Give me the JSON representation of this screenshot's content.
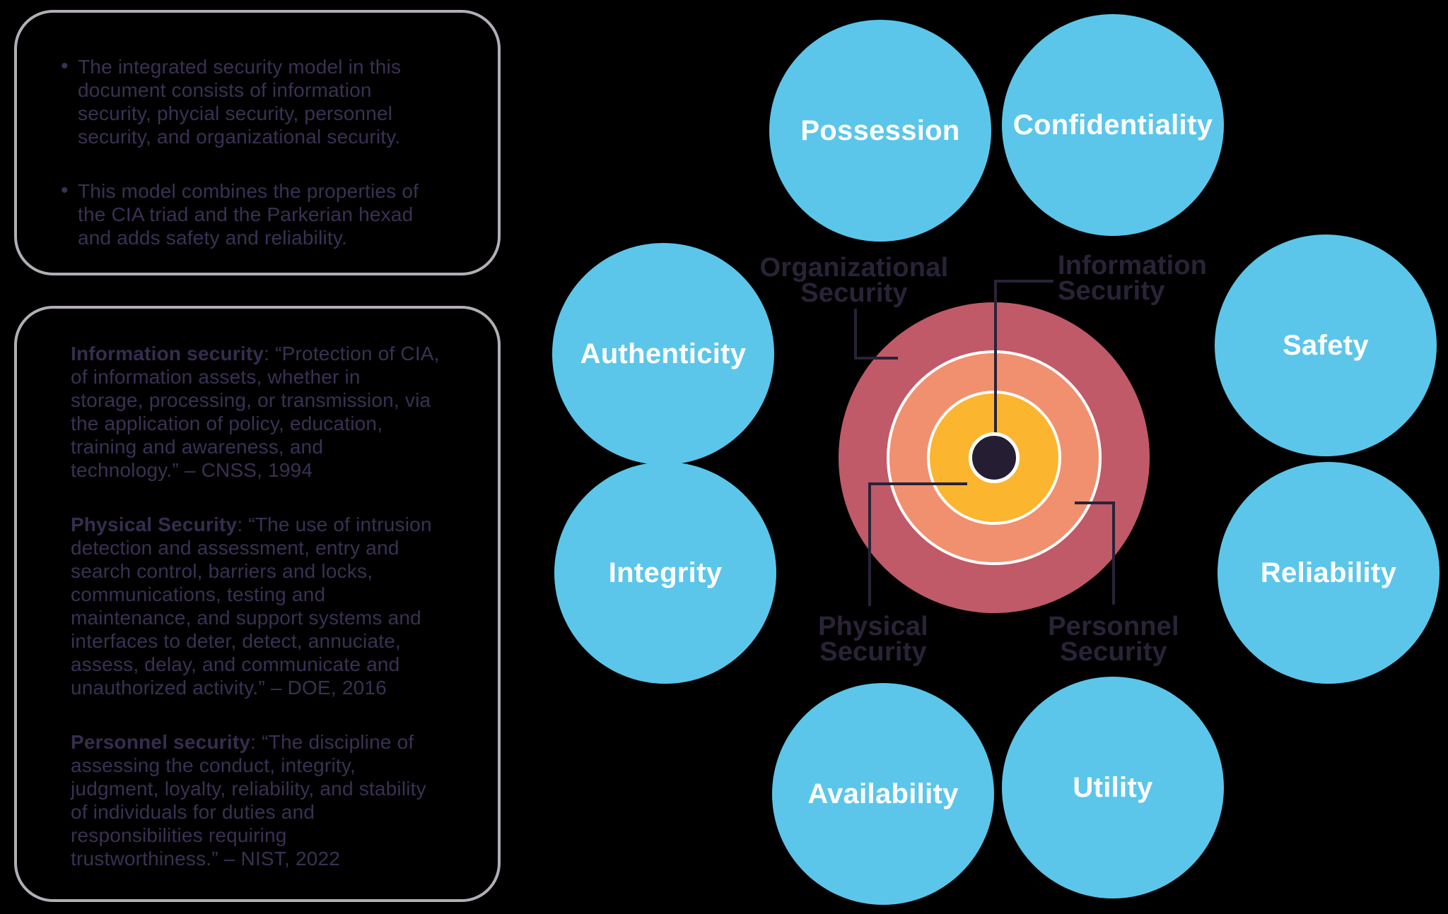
{
  "colors": {
    "background": "#000000",
    "panel_border": "#b3aeb5",
    "panel_text": "#3a3153",
    "hexad_circle_fill": "#5bc6ea",
    "hexad_label_text": "#ffffff",
    "ring_outer": "#c05a68",
    "ring_middle": "#f0906f",
    "ring_inner": "#fcb52f",
    "center_dot": "#251e33",
    "ring_separator": "#ffffff",
    "connector_and_label": "#2a2337"
  },
  "overview_panel": {
    "bullet_char": "•",
    "bullets": [
      {
        "lines": [
          "The integrated security model in this",
          "document consists of information",
          "security, phycial security, personnel",
          "security, and organizational security."
        ]
      },
      {
        "lines": [
          "This model combines the properties of",
          "the CIA triad and the Parkerian hexad",
          "and adds safety and reliability."
        ]
      }
    ]
  },
  "definitions_panel": {
    "paragraphs": [
      {
        "term": "Information security",
        "first_rest": ": “Protection of CIA,",
        "lines": [
          "of information assets, whether in",
          "storage, processing, or transmission, via",
          "the application of policy, education,",
          "training and awareness, and",
          "technology.” – CNSS, 1994"
        ]
      },
      {
        "term": "Physical Security",
        "first_rest": ": “The use of intrusion",
        "lines": [
          "detection and assessment, entry and",
          "search control, barriers and locks,",
          "communications, testing and",
          "maintenance, and support systems and",
          "interfaces to deter, detect, annuciate,",
          "assess, delay, and communicate and",
          "unauthorized activity.” – DOE, 2016"
        ]
      },
      {
        "term": "Personnel security",
        "first_rest": ": “The discipline of",
        "lines": [
          "assessing the conduct, integrity,",
          "judgment, loyalty, reliability, and stability",
          "of individuals for duties and",
          "responsibilities requiring",
          "trustworthiness.” – NIST, 2022"
        ]
      }
    ]
  },
  "diagram": {
    "hexad_circles": [
      {
        "label": "Possession"
      },
      {
        "label": "Confidentiality"
      },
      {
        "label": "Authenticity"
      },
      {
        "label": "Safety"
      },
      {
        "label": "Integrity"
      },
      {
        "label": "Reliability"
      },
      {
        "label": "Availability"
      },
      {
        "label": "Utility"
      }
    ],
    "ring_labels": [
      {
        "line1": "Organizational",
        "line2": "Security"
      },
      {
        "line1": "Information",
        "line2": "Security"
      },
      {
        "line1": "Physical",
        "line2": "Security"
      },
      {
        "line1": "Personnel",
        "line2": "Security"
      }
    ]
  }
}
